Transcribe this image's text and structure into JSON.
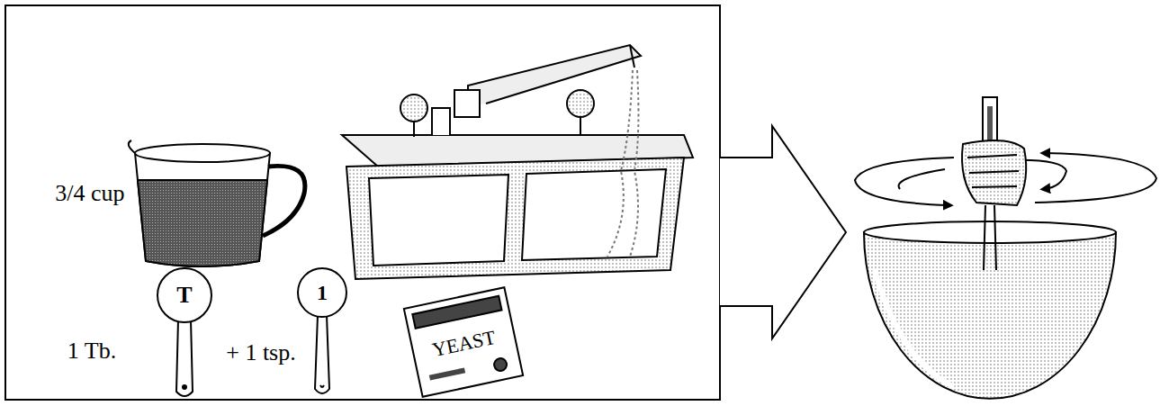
{
  "diagram": {
    "labels": [
      "3/4 cup",
      "1 Tb.",
      "T",
      "+ 1 tsp.",
      "1",
      "YEAST"
    ]
  }
}
